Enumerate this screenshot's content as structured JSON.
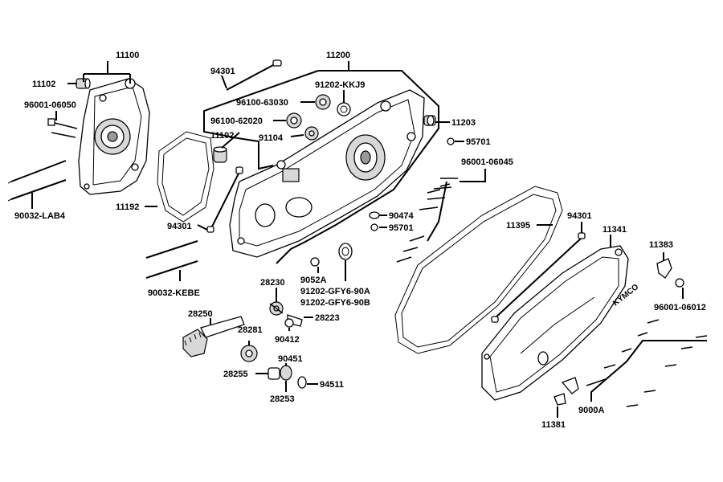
{
  "labels": {
    "p11100": "11100",
    "p11102a": "11102",
    "p96001_06050": "96001-06050",
    "p90032_lab4": "90032-LAB4",
    "p94301a": "94301",
    "p11200": "11200",
    "p91202_kkj9": "91202-KKJ9",
    "p96100_63030": "96100-63030",
    "p96100_62020": "96100-62020",
    "p11102b": "11102",
    "p91104": "91104",
    "p11203": "11203",
    "p95701a": "95701",
    "p96001_06045": "96001-06045",
    "p11192": "11192",
    "p94301b": "94301",
    "p90474": "90474",
    "p95701b": "95701",
    "p11395": "11395",
    "p94301c": "94301",
    "p11341": "11341",
    "p11383": "11383",
    "p90032_kebe": "90032-KEBE",
    "p9052a": "9052A",
    "p28230": "28230",
    "p91202_gfy6_90a": "91202-GFY6-90A",
    "p91202_gfy6_90b": "91202-GFY6-90B",
    "p96001_06012": "96001-06012",
    "p28250": "28250",
    "p28223": "28223",
    "p28281": "28281",
    "p90412": "90412",
    "p90451": "90451",
    "p28255": "28255",
    "p94511": "94511",
    "p28253": "28253",
    "p11381": "11381",
    "p9000a": "9000A"
  },
  "cover_logo": "KYMCO",
  "colors": {
    "line": "#000000",
    "background": "#ffffff",
    "part_fill": "#ffffff",
    "shade": "#d8d8d8"
  }
}
